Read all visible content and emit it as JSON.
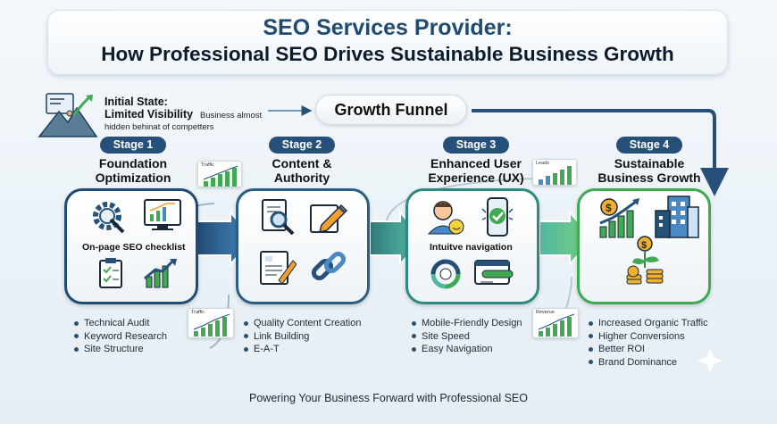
{
  "title": {
    "line1": "SEO Services Provider:",
    "line2": "How Professional SEO Drives Sustainable Business Growth"
  },
  "initial_state": {
    "line1": "Initial State:",
    "line2": "Limited Visibility",
    "desc1": "Business almost",
    "desc2": "hidden behinat of competters"
  },
  "funnel_label": "Growth Funnel",
  "stages": [
    {
      "badge": "Stage 1",
      "title1": "Foundation",
      "title2": "Optimization",
      "card_label": "On-page SEO checklist",
      "bullets": [
        "Technical Audit",
        "Keyword Research",
        "Site Structure"
      ]
    },
    {
      "badge": "Stage 2",
      "title1": "Content &",
      "title2": "Authority",
      "bullets": [
        "Quality Content Creation",
        "Link Building",
        "E-A-T"
      ]
    },
    {
      "badge": "Stage 3",
      "title1": "Enhanced User",
      "title2": "Experience (UX)",
      "card_label": "Intuitve navigation",
      "bullets": [
        "Mobile-Friendly Design",
        "Site Speed",
        "Easy Navigation"
      ]
    },
    {
      "badge": "Stage 4",
      "title1": "Sustainable",
      "title2": "Business Growth",
      "bullets": [
        "Increased Organic Traffic",
        "Higher Conversions",
        "Better ROI",
        "Brand Dominance"
      ]
    }
  ],
  "mini_charts": [
    "Traffic",
    "Leads",
    "Traffic",
    "Reverue"
  ],
  "footer": "Powering Your Business Forward with Professional SEO",
  "colors": {
    "navy": "#265079",
    "green": "#3faa52",
    "teal": "#4fb8a4",
    "dark_blue": "#1f4b72"
  }
}
